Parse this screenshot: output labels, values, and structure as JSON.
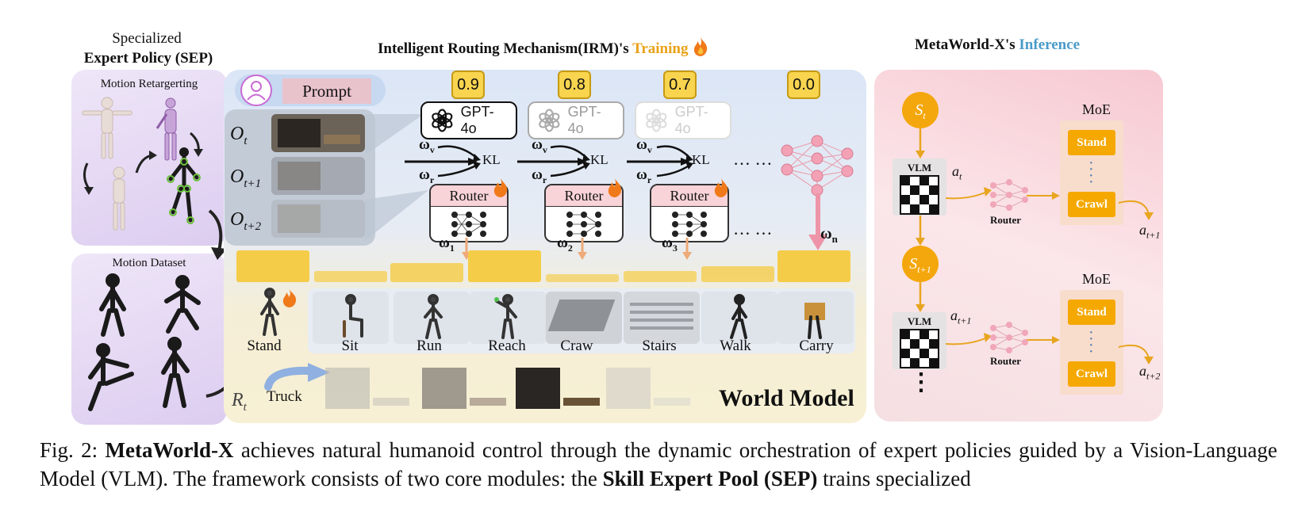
{
  "headers": {
    "sep_line1": "Specialized",
    "sep_line2": "Expert Policy (SEP)",
    "irm_prefix": "Intelligent Routing Mechanism(IRM)'s ",
    "irm_training": "Training",
    "mw_prefix": "MetaWorld-X's ",
    "mw_inference": "Inference"
  },
  "left_panel": {
    "motion_retargeting": "Motion Retargerting",
    "motion_dataset": "Motion Dataset"
  },
  "center": {
    "prompt": "Prompt",
    "obs": [
      "O",
      "O",
      "O"
    ],
    "obs_sub": [
      "t",
      "t+1",
      "t+2"
    ],
    "scores": [
      "0.9",
      "0.8",
      "0.7",
      "0.0"
    ],
    "gpt_label": "GPT-4o",
    "kl": "KL",
    "w_v": "ω",
    "w_v_sub": "v",
    "w_r": "ω",
    "w_r_sub": "r",
    "router": "Router",
    "weights": [
      "ω",
      "ω",
      "ω",
      "ω"
    ],
    "weights_sub": [
      "1",
      "2",
      "3",
      "n"
    ],
    "ellipsis": "… …",
    "skills": [
      "Stand",
      "Sit",
      "Run",
      "Reach",
      "Craw",
      "Stairs",
      "Walk",
      "Carry"
    ],
    "bar_levels": [
      1.0,
      0.35,
      0.6,
      1.0,
      0.25,
      0.35,
      0.5,
      1.0
    ],
    "reward": "R",
    "reward_sub": "t",
    "truck": "Truck",
    "world_model": "World Model"
  },
  "right": {
    "s_t": "S",
    "s_t_sub": "t",
    "s_t1": "S",
    "s_t1_sub": "t+1",
    "vlm": "VLM",
    "moe": "MoE",
    "stand": "Stand",
    "crawl": "Crawl",
    "router": "Router",
    "a_t": "a",
    "a_t_sub": "t",
    "a_t1": "a",
    "a_t1_sub": "t+1",
    "a_t2": "a",
    "a_t2_sub": "t+2",
    "vdots": "⋮"
  },
  "caption": {
    "prefix": "Fig. 2: ",
    "bold1": "MetaWorld-X",
    "mid1": " achieves natural humanoid control through the dynamic orchestration of expert policies guided by a Vision-Language Model (VLM). The framework consists of two core modules: the ",
    "bold2": "Skill Expert Pool (SEP)",
    "mid2": " trains specialized"
  },
  "colors": {
    "training": "#e8a218",
    "inference": "#4a9bc9",
    "score_fill": "#f8d44f",
    "router_head": "#f8d3d8",
    "moe_button": "#f5a800"
  }
}
